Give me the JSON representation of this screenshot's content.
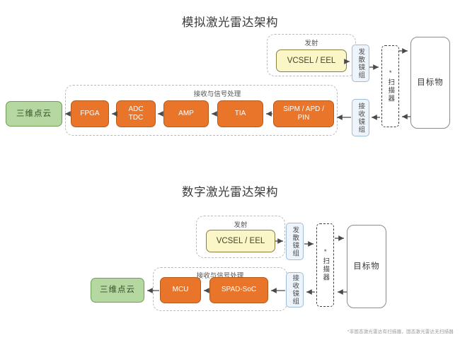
{
  "page": {
    "background": "#ffffff",
    "footnote": "*非固态激光雷达有扫描器，固态激光雷达无扫描器"
  },
  "colors": {
    "orange_fill": "#e8752a",
    "orange_border": "#b35a1e",
    "green_fill": "#b5d7a0",
    "green_border": "#6f9e55",
    "yellow_fill": "#fbf6c8",
    "yellow_border": "#8a7f3c",
    "lens_fill": "#eef4fb",
    "lens_border": "#9fbcd8",
    "target_border": "#8c8c8c",
    "dashed_group": "#b9b9b9",
    "scanner_border": "#3f3f3f",
    "arrow": "#4a4a4a"
  },
  "diagram_analog": {
    "title": "模拟激光雷达架构",
    "groups": {
      "transmit_label": "发射",
      "receive_label": "接收与信号处理"
    },
    "nodes": {
      "point_cloud": "三维点云",
      "fpga": "FPGA",
      "adc_tdc": "ADC\nTDC",
      "adc_tdc_line1": "ADC",
      "adc_tdc_line2": "TDC",
      "amp": "AMP",
      "tia": "TIA",
      "detector": "SiPM / APD /\nPIN",
      "detector_line1": "SiPM / APD /",
      "detector_line2": "PIN",
      "laser": "VCSEL / EEL",
      "tx_lens": "发散镜组",
      "rx_lens": "接收镜组",
      "scanner": "*扫描器",
      "target": "目标物"
    }
  },
  "diagram_digital": {
    "title": "数字激光雷达架构",
    "groups": {
      "transmit_label": "发射",
      "receive_label": "接收与信号处理"
    },
    "nodes": {
      "point_cloud": "三维点云",
      "mcu": "MCU",
      "spad_soc": "SPAD-SoC",
      "laser": "VCSEL / EEL",
      "tx_lens": "发散镜组",
      "rx_lens": "接收镜组",
      "scanner": "*扫描器",
      "target": "目标物"
    }
  }
}
